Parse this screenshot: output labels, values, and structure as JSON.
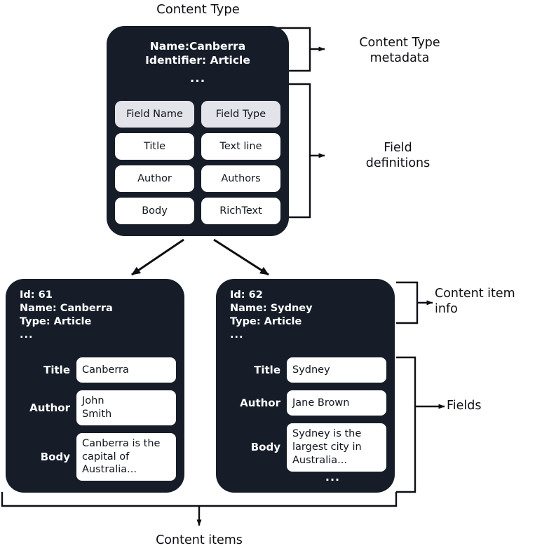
{
  "diagram": {
    "title": "Content Type",
    "bottom_label": "Content items",
    "colors": {
      "card_bg": "#161d29",
      "page_bg": "#ffffff",
      "pill_bg": "#ffffff",
      "pill_header_bg": "#e3e3ea",
      "text_dark": "#10151d",
      "text_light": "#ffffff",
      "stroke": "#0d0f14"
    }
  },
  "content_type": {
    "name_line": "Name:Canberra",
    "identifier_line": "Identifier: Article",
    "ellipsis": "...",
    "bottom_ellipsis": "...",
    "field_table": {
      "headers": [
        "Field Name",
        "Field Type"
      ],
      "rows": [
        {
          "field_name": "Title",
          "field_type": "Text line"
        },
        {
          "field_name": "Author",
          "field_type": "Authors"
        },
        {
          "field_name": "Body",
          "field_type": "RichText"
        }
      ]
    }
  },
  "annotations": {
    "content_type_metadata": "Content Type\nmetadata",
    "field_definitions": "Field\ndefinitions",
    "content_item_info": "Content item\ninfo",
    "fields": "Fields"
  },
  "content_items": [
    {
      "id_line": "Id: 61",
      "name_line": "Name: Canberra",
      "type_line": "Type: Article",
      "ellipsis": "...",
      "bottom_ellipsis": "...",
      "fields": [
        {
          "label": "Title",
          "value": "Canberra"
        },
        {
          "label": "Author",
          "value": "John\nSmith"
        },
        {
          "label": "Body",
          "value": "Canberra is the capital of Australia..."
        }
      ]
    },
    {
      "id_line": "Id: 62",
      "name_line": "Name: Sydney",
      "type_line": "Type: Article",
      "ellipsis": "...",
      "bottom_ellipsis": "...",
      "fields": [
        {
          "label": "Title",
          "value": "Sydney"
        },
        {
          "label": "Author",
          "value": "Jane Brown"
        },
        {
          "label": "Body",
          "value": "Sydney is the largest city in Australia..."
        }
      ]
    }
  ]
}
